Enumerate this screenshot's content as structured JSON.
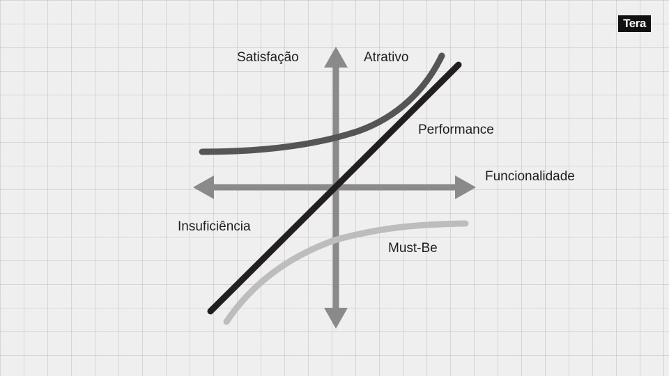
{
  "logo": {
    "text": "Tera"
  },
  "axes": {
    "y_label": "Satisfação",
    "x_label": "Funcionalidade"
  },
  "curves": {
    "attractive": "Atrativo",
    "performance": "Performance",
    "must_be": "Must-Be"
  },
  "regions": {
    "insufficiency": "Insuficiência"
  },
  "colors": {
    "background": "#efefef",
    "grid": "#c8c8c8",
    "axis": "#8a8a8a",
    "attractive_curve": "#555555",
    "performance_curve": "#231f20",
    "must_be_curve": "#bdbdbd",
    "logo_bg": "#111111",
    "logo_text": "#ffffff"
  }
}
